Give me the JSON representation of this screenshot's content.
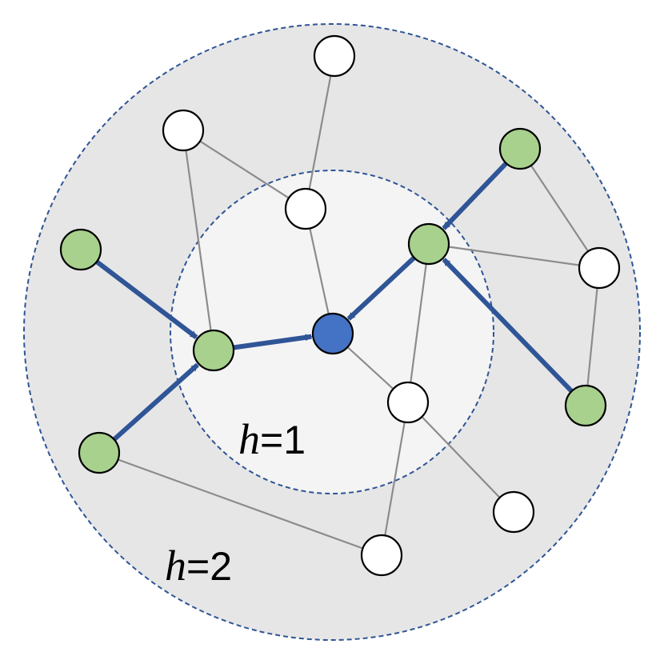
{
  "labels": {
    "inner": {
      "var": "h",
      "rest": "=1"
    },
    "outer": {
      "var": "h",
      "rest": "=2"
    }
  },
  "colors": {
    "outer_fill": "#e6e6e6",
    "inner_fill": "#f4f4f4",
    "ring_stroke": "#2f5496",
    "plain_edge": "#8c8c8c",
    "message_edge": "#2f5597",
    "target_node": "#4472c4",
    "neighbor_node": "#a9d18e",
    "other_node": "#ffffff",
    "node_stroke": "#000000"
  },
  "graph": {
    "nodes": [
      {
        "id": "center",
        "role": "target"
      },
      {
        "id": "g_left_inner",
        "role": "neighbor"
      },
      {
        "id": "g_right_inner",
        "role": "neighbor"
      },
      {
        "id": "g_left_top",
        "role": "neighbor"
      },
      {
        "id": "g_left_bottom",
        "role": "neighbor"
      },
      {
        "id": "g_right_top",
        "role": "neighbor"
      },
      {
        "id": "g_right_bottom",
        "role": "neighbor"
      },
      {
        "id": "w_top",
        "role": "other"
      },
      {
        "id": "w_upper_left",
        "role": "other"
      },
      {
        "id": "w_upper_mid",
        "role": "other"
      },
      {
        "id": "w_right",
        "role": "other"
      },
      {
        "id": "w_lower_mid",
        "role": "other"
      },
      {
        "id": "w_lower_right",
        "role": "other"
      },
      {
        "id": "w_bottom",
        "role": "other"
      }
    ],
    "edges": [
      {
        "from": "w_top",
        "to": "w_upper_mid",
        "kind": "plain"
      },
      {
        "from": "w_upper_left",
        "to": "w_upper_mid",
        "kind": "plain"
      },
      {
        "from": "w_upper_left",
        "to": "g_left_inner",
        "kind": "plain"
      },
      {
        "from": "w_upper_mid",
        "to": "center",
        "kind": "plain"
      },
      {
        "from": "center",
        "to": "w_lower_mid",
        "kind": "plain"
      },
      {
        "from": "g_right_inner",
        "to": "w_right",
        "kind": "plain"
      },
      {
        "from": "g_right_top",
        "to": "w_right",
        "kind": "plain"
      },
      {
        "from": "w_right",
        "to": "g_right_bottom",
        "kind": "plain"
      },
      {
        "from": "g_right_inner",
        "to": "w_lower_mid",
        "kind": "plain"
      },
      {
        "from": "w_lower_mid",
        "to": "w_lower_right",
        "kind": "plain"
      },
      {
        "from": "w_lower_mid",
        "to": "w_bottom",
        "kind": "plain"
      },
      {
        "from": "g_left_bottom",
        "to": "w_bottom",
        "kind": "plain"
      },
      {
        "from": "g_left_top",
        "to": "g_left_inner",
        "kind": "message"
      },
      {
        "from": "g_left_bottom",
        "to": "g_left_inner",
        "kind": "message"
      },
      {
        "from": "g_left_inner",
        "to": "center",
        "kind": "message"
      },
      {
        "from": "g_right_top",
        "to": "g_right_inner",
        "kind": "message"
      },
      {
        "from": "g_right_bottom",
        "to": "g_right_inner",
        "kind": "message"
      },
      {
        "from": "g_right_inner",
        "to": "center",
        "kind": "message"
      }
    ]
  }
}
